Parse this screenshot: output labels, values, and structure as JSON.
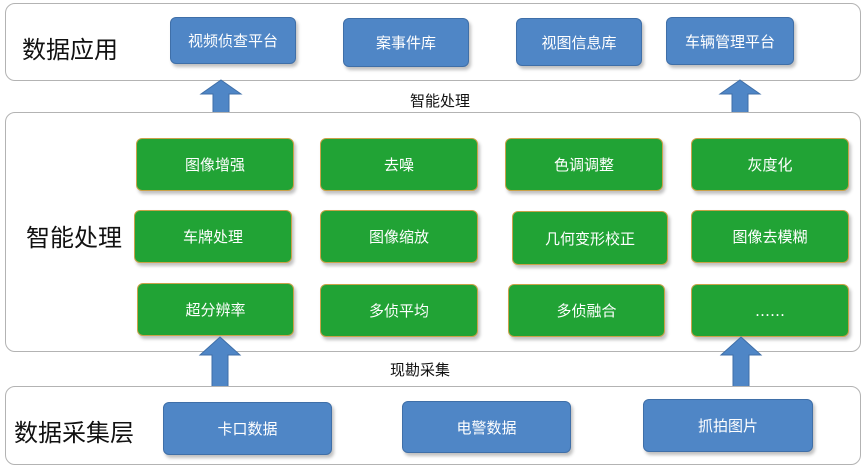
{
  "colors": {
    "blue": "#4f86c6",
    "green": "#21a335",
    "border": "#b3b3b3"
  },
  "app_layer": {
    "label": "数据应用",
    "boxes": [
      "视频侦查平台",
      "案事件库",
      "视图信息库",
      "车辆管理平台"
    ]
  },
  "connector_top": {
    "label": "智能处理"
  },
  "processing_layer": {
    "label": "智能处理",
    "rows": [
      [
        "图像增强",
        "去噪",
        "色调调整",
        "灰度化"
      ],
      [
        "车牌处理",
        "图像缩放",
        "几何变形校正",
        "图像去模糊"
      ],
      [
        "超分辨率",
        "多侦平均",
        "多侦融合",
        "……"
      ]
    ]
  },
  "connector_bottom": {
    "label": "现勘采集"
  },
  "collection_layer": {
    "label": "数据采集层",
    "boxes": [
      "卡口数据",
      "电警数据",
      "抓拍图片"
    ]
  }
}
